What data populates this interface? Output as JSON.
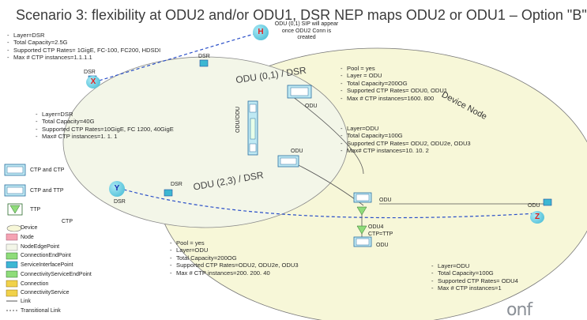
{
  "title": "Scenario 3: flexibility at ODU2 and/or ODU1, DSR NEP maps ODU2 or ODU1 – Option \"B\"",
  "colors": {
    "device_fill": "#f7f7d8",
    "node_fill": "#f3f6e8",
    "accent_blue": "#1f4fa0",
    "cyan": "#3db7d2"
  },
  "lists": {
    "top_left": [
      "Layer=DSR",
      "Total Capacity=2.5G",
      "Supported CTP Rates= 1GigE, FC-100, FC200, HDSDI",
      "Max # CTP instances=1.1.1.1"
    ],
    "mid_left": [
      "Layer=DSR",
      "Total Capacity=40G",
      "Supported CTP Rates=10GigE, FC 1200, 40GigE",
      "Max# CTP instances=1. 1. 1"
    ],
    "top_right": [
      "Pool = yes",
      "Layer = ODU",
      "Total Capacity=200OG",
      "Supported CTP Rates= ODU0, ODU1",
      "Max # CTP instances=1600. 800"
    ],
    "mid_right": [
      "Layer=ODU",
      "Total Capacity=100G",
      "Supported CTP Rates= ODU2, ODU2e, ODU3",
      "Max# CTP instances=10. 10. 2"
    ],
    "bottom_center": [
      "Pool = yes",
      "Layer=ODU",
      "Total Capacity=200OG",
      "Supported CTP Rates=ODU2, ODU2e, ODU3",
      "Max # CTP instances=200. 200. 40"
    ],
    "bottom_right": [
      "Layer=ODU",
      "Total Capacity=100G",
      "Supported CTP Rates= ODU4",
      "Max # CTP instances=1"
    ]
  },
  "labels": {
    "sip_note": "ODU (0,1) SIP will appear once ODU2 Conn is created",
    "node_h": "H",
    "node_x": "X",
    "node_y": "Y",
    "node_z": "Z",
    "dsr_top": "DSR",
    "dsr_x": "DSR",
    "dsr_y_right": "DSR",
    "dsr_y_below": "DSR",
    "odu01_dsr": "ODU (0,1) / DSR",
    "odu23_dsr": "ODU (2,3) / DSR",
    "odu_box": "ODU",
    "odu_lower": "ODU",
    "odu_right_mid": "ODU",
    "odu_right": "ODU",
    "odu_lower_right": "ODU",
    "odu_stack": "ODU/ODU",
    "odu4_note": "ODU4 CTP=TTP",
    "device_node": "Device Node"
  },
  "legend": {
    "ctp_and_ctp": "CTP and CTP",
    "ctp_and_ttp": "CTP and TTP",
    "ttp": "TTP",
    "ctp": "CTP",
    "items": [
      "Device",
      "Node",
      "NodeEdgePoint",
      "ConnectionEndPoint",
      "ServiceInterfacePoint",
      "ConnectivityServiceEndPoint",
      "Connection",
      "ConnectivityService",
      "Link",
      "Transitional Link"
    ]
  },
  "logo": "onf"
}
